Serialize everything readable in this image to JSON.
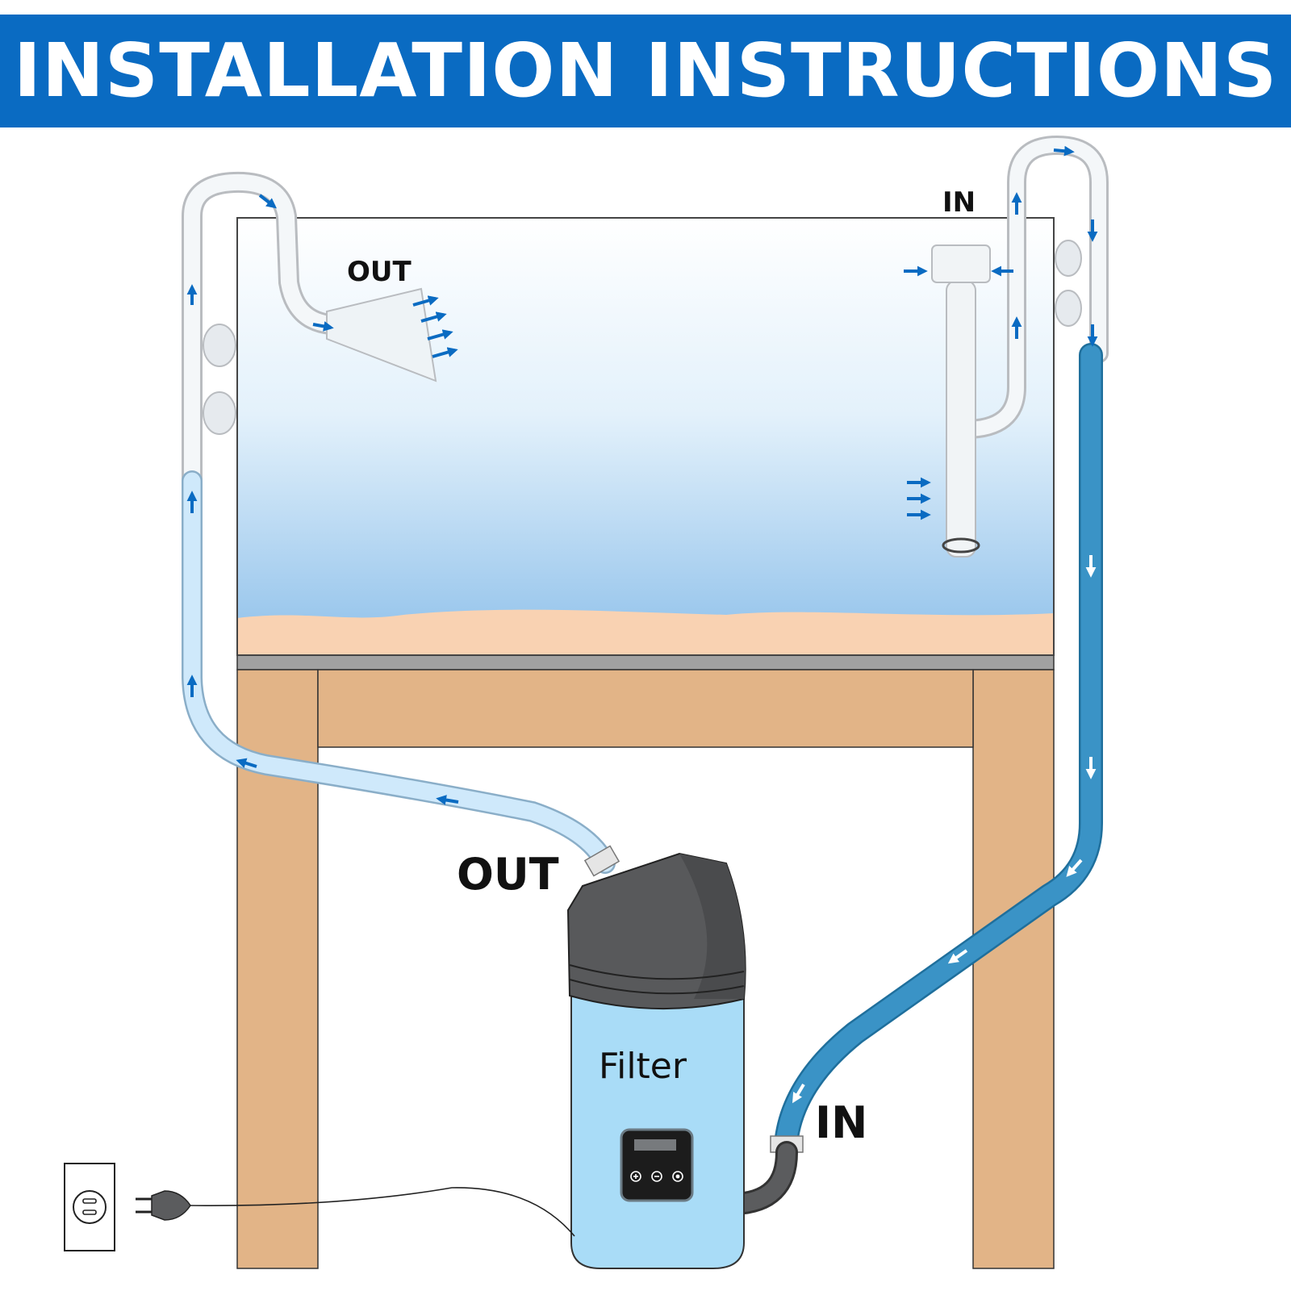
{
  "header": {
    "title": "INSTALLATION INSTRUCTIONS"
  },
  "labels": {
    "tank_out": "OUT",
    "tank_in": "IN",
    "filter_out": "OUT",
    "filter_in": "IN",
    "filter": "Filter"
  },
  "colors": {
    "banner": "#0a6bc2",
    "arrow": "#0a6bc2",
    "water_top": "#ffffff",
    "water_bottom": "#8ec0ea",
    "sand": "#f9d2b2",
    "table": "#e2b487",
    "outflow_hose": "#cfe9fb",
    "inflow_hose": "#3a93c6",
    "filter_body": "#a9dcf7",
    "filter_head": "#58595b"
  },
  "icons": [
    "power-outlet-icon",
    "power-plug-icon",
    "plus-icon",
    "minus-icon",
    "power-button-icon"
  ]
}
